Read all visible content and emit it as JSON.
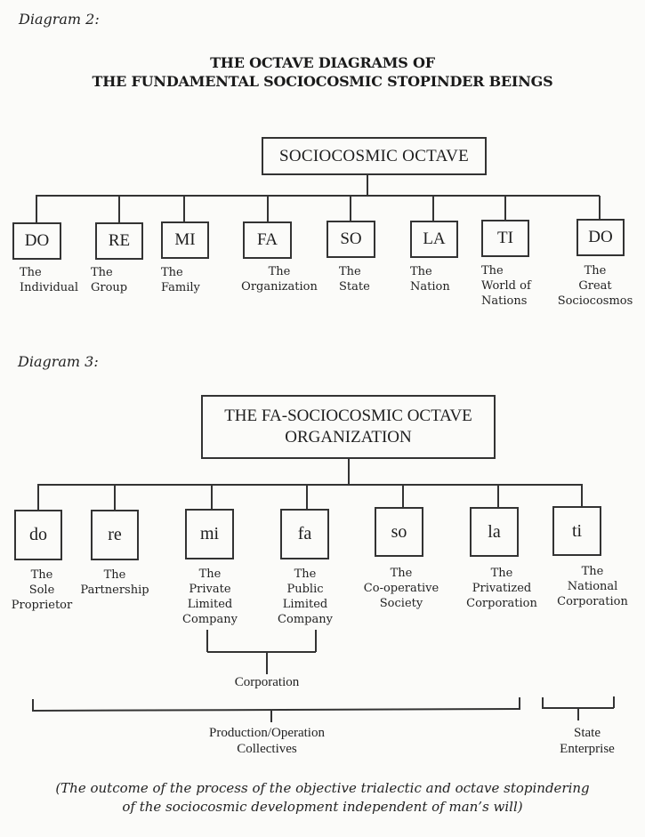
{
  "diagram2": {
    "label": "Diagram 2:",
    "title_line1": "THE OCTAVE DIAGRAMS OF",
    "title_line2": "THE FUNDAMENTAL SOCIOCOSMIC STOPINDER BEINGS",
    "root": "SOCIOCOSMIC OCTAVE",
    "nodes": [
      {
        "note": "DO",
        "desc": [
          "The",
          "Individual"
        ]
      },
      {
        "note": "RE",
        "desc": [
          "The",
          "Group"
        ]
      },
      {
        "note": "MI",
        "desc": [
          "The",
          "Family"
        ]
      },
      {
        "note": "FA",
        "desc": [
          "The",
          "Organization"
        ]
      },
      {
        "note": "SO",
        "desc": [
          "The",
          "State"
        ]
      },
      {
        "note": "LA",
        "desc": [
          "The",
          "Nation"
        ]
      },
      {
        "note": "TI",
        "desc": [
          "The",
          "World of",
          "Nations"
        ]
      },
      {
        "note": "DO",
        "desc": [
          "The",
          "Great",
          "Sociocosmos"
        ]
      }
    ]
  },
  "diagram3": {
    "label": "Diagram 3:",
    "root_line1": "THE FA-SOCIOCOSMIC OCTAVE",
    "root_line2": "ORGANIZATION",
    "nodes": [
      {
        "note": "do",
        "desc": [
          "The",
          "Sole",
          "Proprietor"
        ]
      },
      {
        "note": "re",
        "desc": [
          "The",
          "Partnership"
        ]
      },
      {
        "note": "mi",
        "desc": [
          "The",
          "Private",
          "Limited",
          "Company"
        ]
      },
      {
        "note": "fa",
        "desc": [
          "The",
          "Public",
          "Limited",
          "Company"
        ]
      },
      {
        "note": "so",
        "desc": [
          "The",
          "Co-operative",
          "Society"
        ]
      },
      {
        "note": "la",
        "desc": [
          "The",
          "Privatized",
          "Corporation"
        ]
      },
      {
        "note": "ti",
        "desc": [
          "The",
          "National",
          "Corporation"
        ]
      }
    ],
    "corporation_label": "Corporation",
    "collectives_label": [
      "Production/Operation",
      "Collectives"
    ],
    "state_enterprise_label": [
      "State",
      "Enterprise"
    ]
  },
  "footer": {
    "line1": "(The outcome of the process of the objective trialectic and octave stopindering",
    "line2": "of the sociocosmic development independent of man’s will)"
  }
}
